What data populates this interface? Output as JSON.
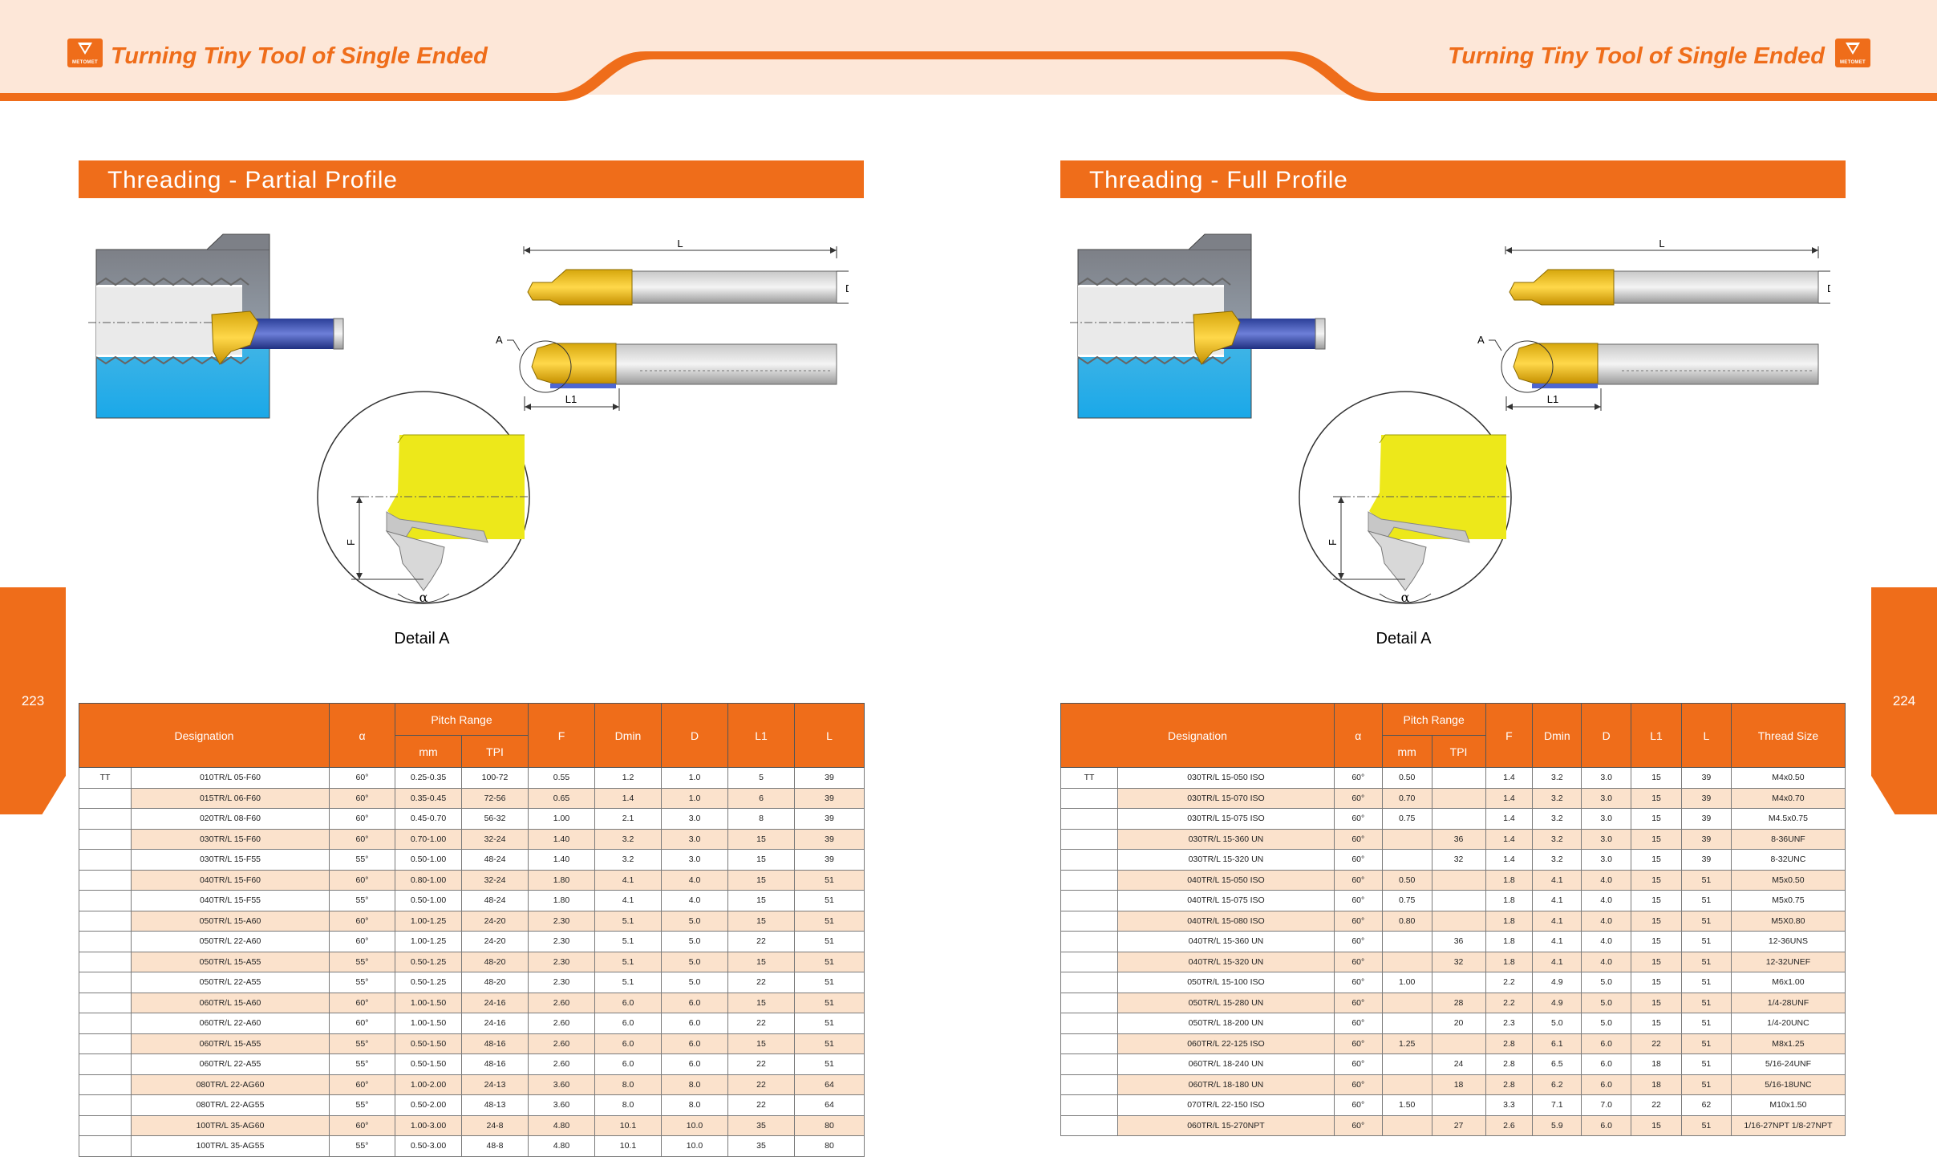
{
  "header": {
    "left_title": "Turning Tiny Tool of Single Ended",
    "right_title": "Turning Tiny Tool of Single Ended",
    "logo_text": "METOMET"
  },
  "colors": {
    "accent": "#ef6d1a",
    "band": "#fde7d8",
    "row_alt": "#fbe2cc"
  },
  "pages": {
    "left_number": "223",
    "right_number": "224"
  },
  "left_section": {
    "title": "Threading - Partial Profile",
    "diagram": {
      "label_L": "L",
      "label_D": "D",
      "label_A": "A",
      "label_L1": "L1",
      "label_F": "F",
      "label_alpha": "α",
      "detail_caption": "Detail A"
    },
    "table": {
      "headers": {
        "designation": "Designation",
        "alpha": "α",
        "pitch_range": "Pitch Range",
        "mm": "mm",
        "tpi": "TPI",
        "f": "F",
        "dmin": "Dmin",
        "d": "D",
        "l1": "L1",
        "l": "L"
      },
      "prefix": "TT",
      "rows": [
        [
          "010TR/L 05-F60",
          "60°",
          "0.25-0.35",
          "100-72",
          "0.55",
          "1.2",
          "1.0",
          "5",
          "39"
        ],
        [
          "015TR/L 06-F60",
          "60°",
          "0.35-0.45",
          "72-56",
          "0.65",
          "1.4",
          "1.0",
          "6",
          "39"
        ],
        [
          "020TR/L 08-F60",
          "60°",
          "0.45-0.70",
          "56-32",
          "1.00",
          "2.1",
          "3.0",
          "8",
          "39"
        ],
        [
          "030TR/L 15-F60",
          "60°",
          "0.70-1.00",
          "32-24",
          "1.40",
          "3.2",
          "3.0",
          "15",
          "39"
        ],
        [
          "030TR/L 15-F55",
          "55°",
          "0.50-1.00",
          "48-24",
          "1.40",
          "3.2",
          "3.0",
          "15",
          "39"
        ],
        [
          "040TR/L 15-F60",
          "60°",
          "0.80-1.00",
          "32-24",
          "1.80",
          "4.1",
          "4.0",
          "15",
          "51"
        ],
        [
          "040TR/L 15-F55",
          "55°",
          "0.50-1.00",
          "48-24",
          "1.80",
          "4.1",
          "4.0",
          "15",
          "51"
        ],
        [
          "050TR/L 15-A60",
          "60°",
          "1.00-1.25",
          "24-20",
          "2.30",
          "5.1",
          "5.0",
          "15",
          "51"
        ],
        [
          "050TR/L 22-A60",
          "60°",
          "1.00-1.25",
          "24-20",
          "2.30",
          "5.1",
          "5.0",
          "22",
          "51"
        ],
        [
          "050TR/L 15-A55",
          "55°",
          "0.50-1.25",
          "48-20",
          "2.30",
          "5.1",
          "5.0",
          "15",
          "51"
        ],
        [
          "050TR/L 22-A55",
          "55°",
          "0.50-1.25",
          "48-20",
          "2.30",
          "5.1",
          "5.0",
          "22",
          "51"
        ],
        [
          "060TR/L 15-A60",
          "60°",
          "1.00-1.50",
          "24-16",
          "2.60",
          "6.0",
          "6.0",
          "15",
          "51"
        ],
        [
          "060TR/L 22-A60",
          "60°",
          "1.00-1.50",
          "24-16",
          "2.60",
          "6.0",
          "6.0",
          "22",
          "51"
        ],
        [
          "060TR/L 15-A55",
          "55°",
          "0.50-1.50",
          "48-16",
          "2.60",
          "6.0",
          "6.0",
          "15",
          "51"
        ],
        [
          "060TR/L 22-A55",
          "55°",
          "0.50-1.50",
          "48-16",
          "2.60",
          "6.0",
          "6.0",
          "22",
          "51"
        ],
        [
          "080TR/L 22-AG60",
          "60°",
          "1.00-2.00",
          "24-13",
          "3.60",
          "8.0",
          "8.0",
          "22",
          "64"
        ],
        [
          "080TR/L 22-AG55",
          "55°",
          "0.50-2.00",
          "48-13",
          "3.60",
          "8.0",
          "8.0",
          "22",
          "64"
        ],
        [
          "100TR/L 35-AG60",
          "60°",
          "1.00-3.00",
          "24-8",
          "4.80",
          "10.1",
          "10.0",
          "35",
          "80"
        ],
        [
          "100TR/L 35-AG55",
          "55°",
          "0.50-3.00",
          "48-8",
          "4.80",
          "10.1",
          "10.0",
          "35",
          "80"
        ]
      ]
    }
  },
  "right_section": {
    "title": "Threading - Full Profile",
    "diagram": {
      "label_L": "L",
      "label_D": "D",
      "label_A": "A",
      "label_L1": "L1",
      "label_F": "F",
      "label_alpha": "α",
      "detail_caption": "Detail A"
    },
    "table": {
      "headers": {
        "designation": "Designation",
        "alpha": "α",
        "pitch_range": "Pitch Range",
        "mm": "mm",
        "tpi": "TPI",
        "f": "F",
        "dmin": "Dmin",
        "d": "D",
        "l1": "L1",
        "l": "L",
        "thread_size": "Thread Size"
      },
      "prefix": "TT",
      "rows": [
        [
          "030TR/L 15-050 ISO",
          "60°",
          "0.50",
          "",
          "1.4",
          "3.2",
          "3.0",
          "15",
          "39",
          "M4x0.50"
        ],
        [
          "030TR/L 15-070 ISO",
          "60°",
          "0.70",
          "",
          "1.4",
          "3.2",
          "3.0",
          "15",
          "39",
          "M4x0.70"
        ],
        [
          "030TR/L 15-075 ISO",
          "60°",
          "0.75",
          "",
          "1.4",
          "3.2",
          "3.0",
          "15",
          "39",
          "M4.5x0.75"
        ],
        [
          "030TR/L 15-360 UN",
          "60°",
          "",
          "36",
          "1.4",
          "3.2",
          "3.0",
          "15",
          "39",
          "8-36UNF"
        ],
        [
          "030TR/L 15-320 UN",
          "60°",
          "",
          "32",
          "1.4",
          "3.2",
          "3.0",
          "15",
          "39",
          "8-32UNC"
        ],
        [
          "040TR/L 15-050 ISO",
          "60°",
          "0.50",
          "",
          "1.8",
          "4.1",
          "4.0",
          "15",
          "51",
          "M5x0.50"
        ],
        [
          "040TR/L 15-075 ISO",
          "60°",
          "0.75",
          "",
          "1.8",
          "4.1",
          "4.0",
          "15",
          "51",
          "M5x0.75"
        ],
        [
          "040TR/L 15-080 ISO",
          "60°",
          "0.80",
          "",
          "1.8",
          "4.1",
          "4.0",
          "15",
          "51",
          "M5X0.80"
        ],
        [
          "040TR/L 15-360 UN",
          "60°",
          "",
          "36",
          "1.8",
          "4.1",
          "4.0",
          "15",
          "51",
          "12-36UNS"
        ],
        [
          "040TR/L 15-320 UN",
          "60°",
          "",
          "32",
          "1.8",
          "4.1",
          "4.0",
          "15",
          "51",
          "12-32UNEF"
        ],
        [
          "050TR/L 15-100 ISO",
          "60°",
          "1.00",
          "",
          "2.2",
          "4.9",
          "5.0",
          "15",
          "51",
          "M6x1.00"
        ],
        [
          "050TR/L 15-280 UN",
          "60°",
          "",
          "28",
          "2.2",
          "4.9",
          "5.0",
          "15",
          "51",
          "1/4-28UNF"
        ],
        [
          "050TR/L 18-200 UN",
          "60°",
          "",
          "20",
          "2.3",
          "5.0",
          "5.0",
          "15",
          "51",
          "1/4-20UNC"
        ],
        [
          "060TR/L 22-125 ISO",
          "60°",
          "1.25",
          "",
          "2.8",
          "6.1",
          "6.0",
          "22",
          "51",
          "M8x1.25"
        ],
        [
          "060TR/L 18-240 UN",
          "60°",
          "",
          "24",
          "2.8",
          "6.5",
          "6.0",
          "18",
          "51",
          "5/16-24UNF"
        ],
        [
          "060TR/L 18-180 UN",
          "60°",
          "",
          "18",
          "2.8",
          "6.2",
          "6.0",
          "18",
          "51",
          "5/16-18UNC"
        ],
        [
          "070TR/L 22-150 ISO",
          "60°",
          "1.50",
          "",
          "3.3",
          "7.1",
          "7.0",
          "22",
          "62",
          "M10x1.50"
        ],
        [
          "060TR/L 15-270NPT",
          "60°",
          "",
          "27",
          "2.6",
          "5.9",
          "6.0",
          "15",
          "51",
          "1/16-27NPT 1/8-27NPT"
        ]
      ]
    }
  }
}
